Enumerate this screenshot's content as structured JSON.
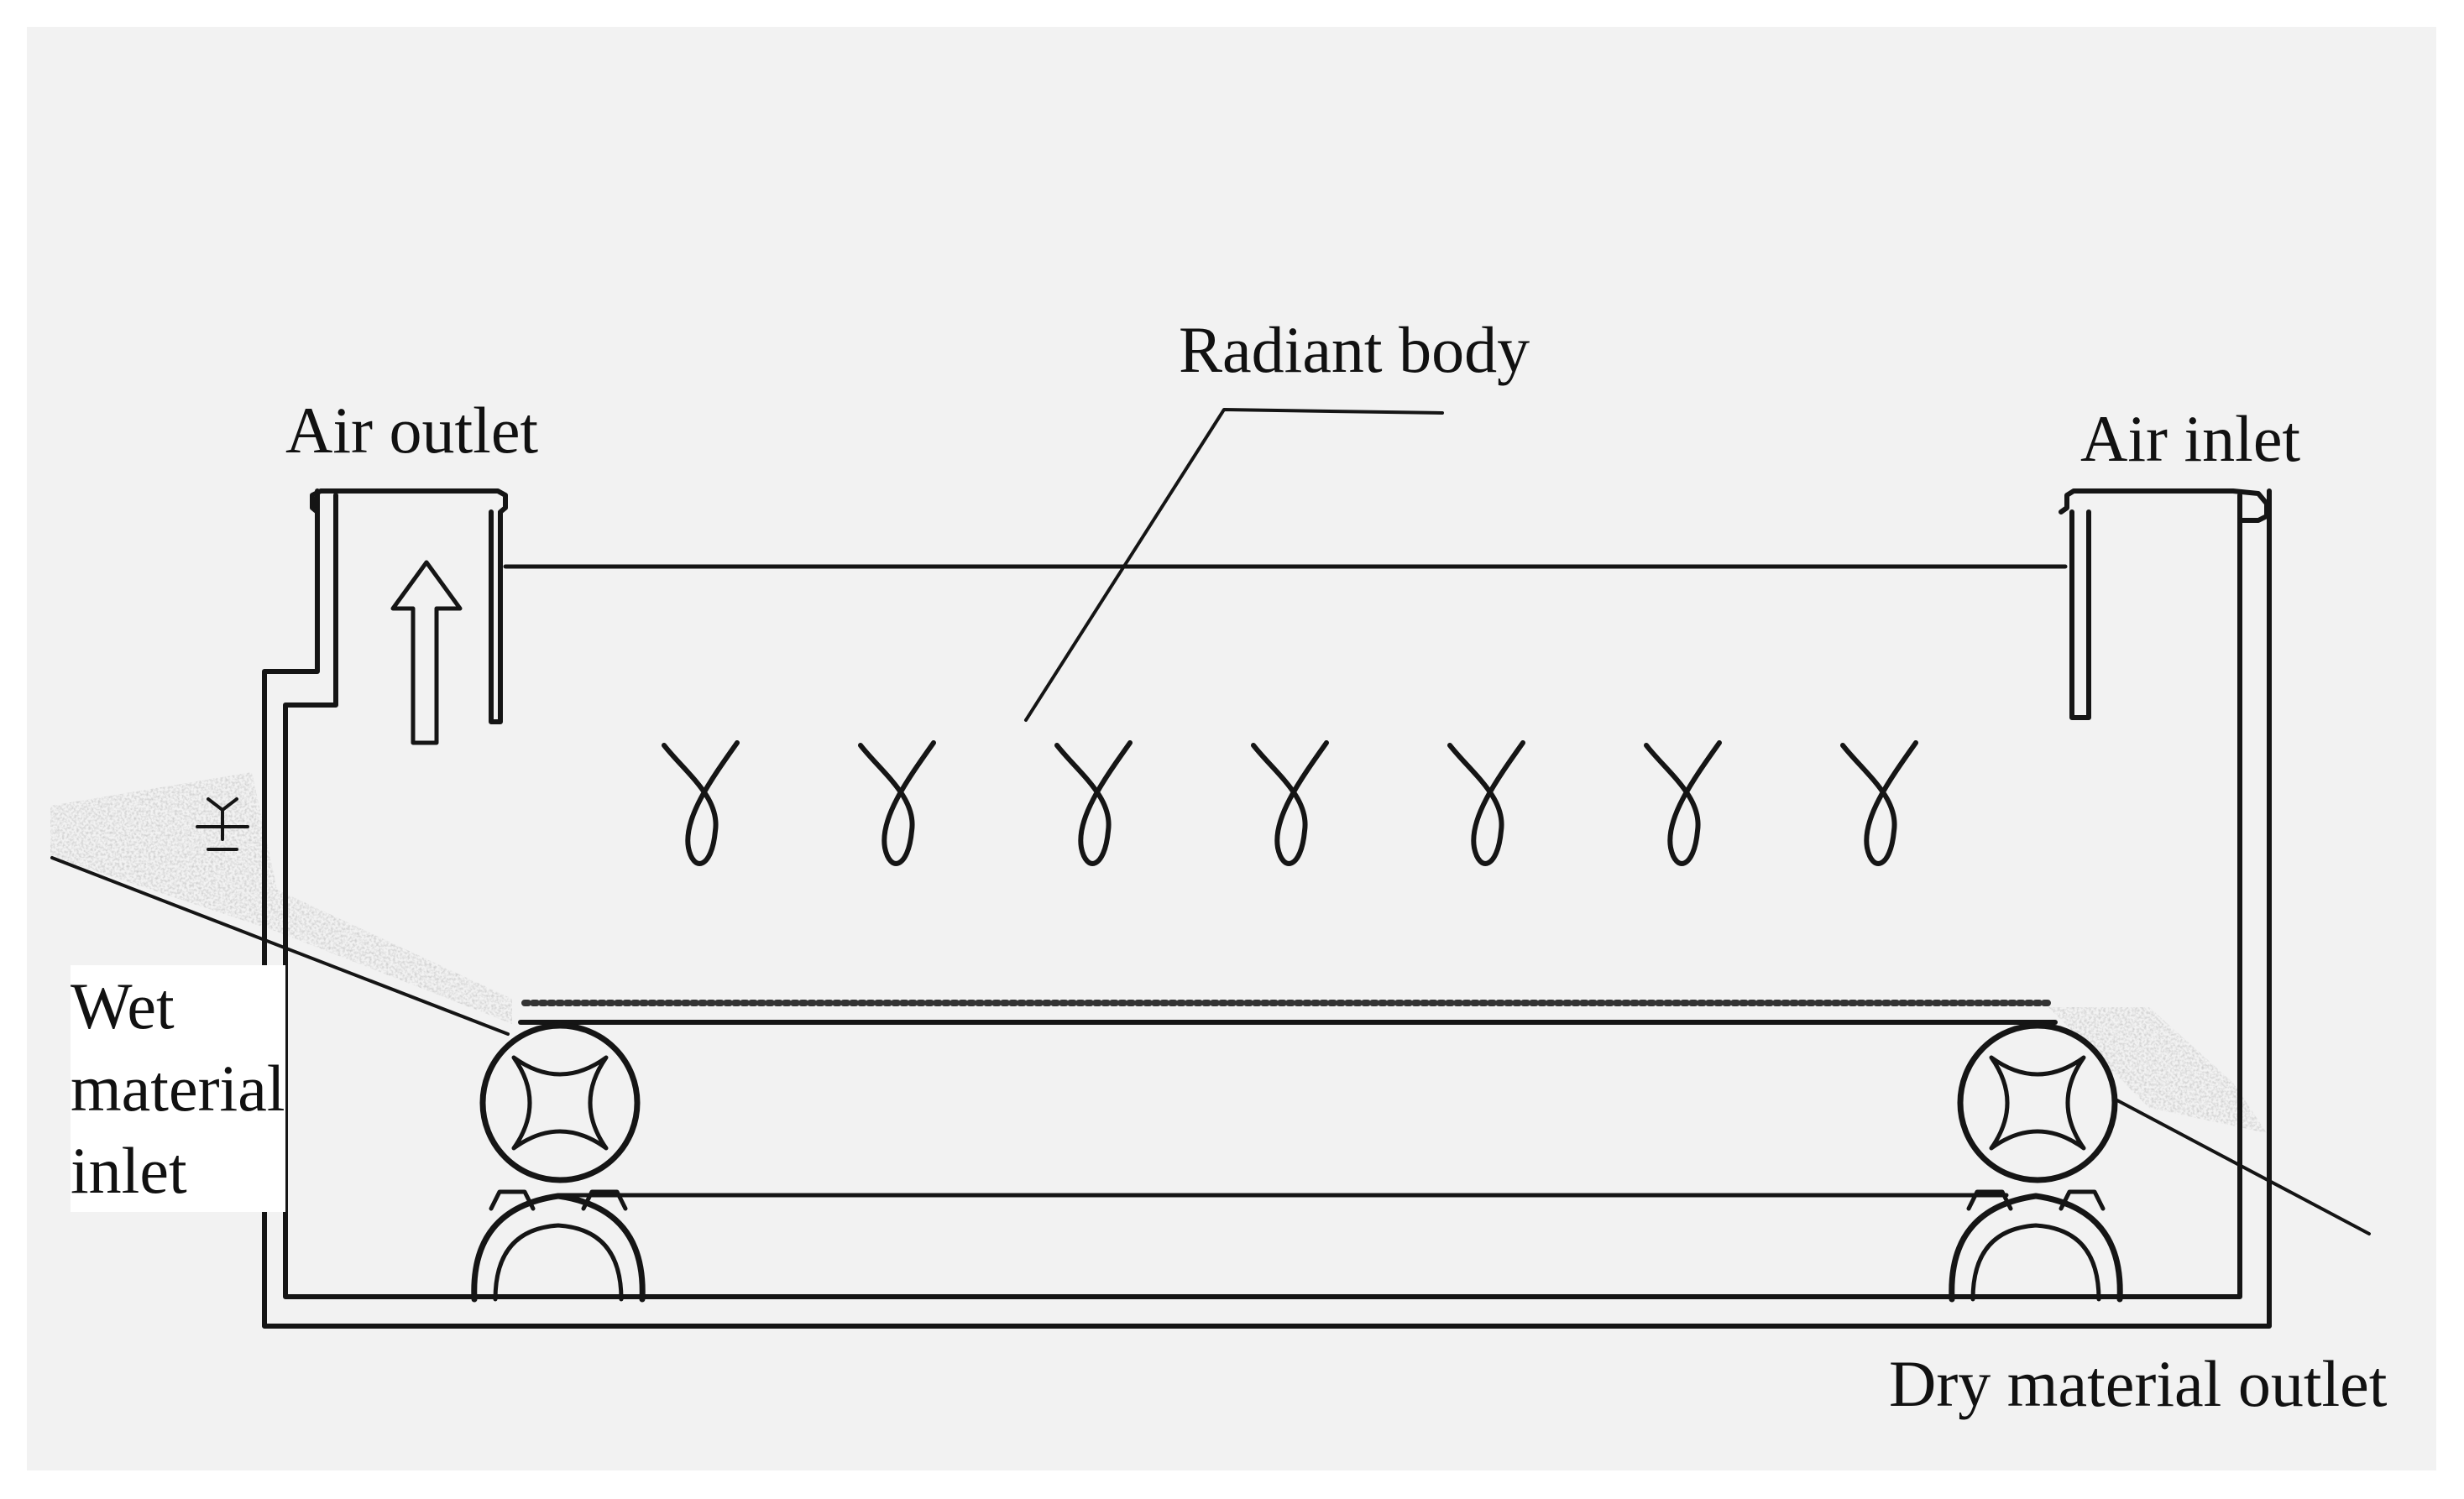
{
  "labels": {
    "radiant_body": "Radiant body",
    "air_outlet": "Air outlet",
    "air_inlet": "Air inlet",
    "wet_material_inlet": [
      "Wet",
      "material",
      "inlet"
    ],
    "dry_material_outlet": "Dry material outlet"
  },
  "colors": {
    "line": "#151515",
    "panel": "#f2f2f2",
    "material": "#9a9a9a"
  },
  "heater_count": 7
}
